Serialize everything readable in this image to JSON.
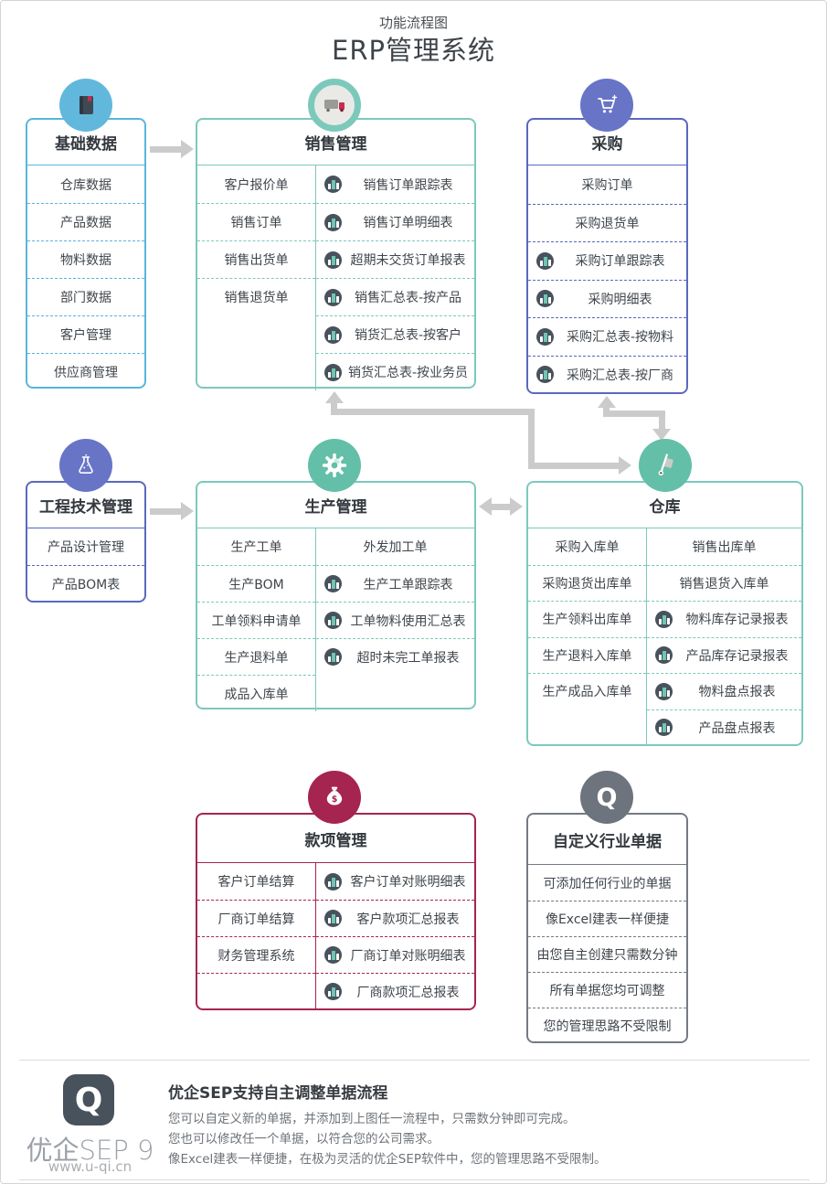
{
  "page": {
    "subtitle": "功能流程图",
    "title": "ERP管理系统"
  },
  "colors": {
    "blue": "#58b6dc",
    "teal": "#7cc9bc",
    "teal_solid": "#63bfa8",
    "purple": "#5a68be",
    "crimson": "#a62450",
    "gray": "#747a83",
    "arrow": "#cbcbcb",
    "chart_icon_circle": "#47525c",
    "chart_icon_bar": "#6fc6b2"
  },
  "modules": {
    "basic_data": {
      "title": "基础数据",
      "icon": "book-icon",
      "items": [
        {
          "label": "仓库数据"
        },
        {
          "label": "产品数据"
        },
        {
          "label": "物料数据"
        },
        {
          "label": "部门数据"
        },
        {
          "label": "客户管理"
        },
        {
          "label": "供应商管理"
        }
      ]
    },
    "sales": {
      "title": "销售管理",
      "icon": "truck-icon",
      "left": [
        {
          "label": "客户报价单"
        },
        {
          "label": "销售订单"
        },
        {
          "label": "销售出货单"
        },
        {
          "label": "销售退货单"
        }
      ],
      "right": [
        {
          "chart": true,
          "label": "销售订单跟踪表"
        },
        {
          "chart": true,
          "label": "销售订单明细表"
        },
        {
          "chart": true,
          "label": "超期未交货订单报表"
        },
        {
          "chart": true,
          "label": "销售汇总表-按产品"
        },
        {
          "chart": true,
          "label": "销货汇总表-按客户"
        },
        {
          "chart": true,
          "label": "销货汇总表-按业务员"
        }
      ]
    },
    "purchase": {
      "title": "采购",
      "icon": "cart-icon",
      "items": [
        {
          "label": "采购订单"
        },
        {
          "label": "采购退货单"
        },
        {
          "chart": true,
          "label": "采购订单跟踪表"
        },
        {
          "chart": true,
          "label": "采购明细表"
        },
        {
          "chart": true,
          "label": "采购汇总表-按物料"
        },
        {
          "chart": true,
          "label": "采购汇总表-按厂商"
        }
      ]
    },
    "engineering": {
      "title": "工程技术管理",
      "icon": "flask-icon",
      "items": [
        {
          "label": "产品设计管理"
        },
        {
          "label": "产品BOM表"
        }
      ]
    },
    "production": {
      "title": "生产管理",
      "icon": "gear-icon",
      "left": [
        {
          "label": "生产工单"
        },
        {
          "label": "生产BOM"
        },
        {
          "label": "工单领料申请单"
        },
        {
          "label": "生产退料单"
        },
        {
          "label": "成品入库单"
        }
      ],
      "right": [
        {
          "label": "外发加工单"
        },
        {
          "chart": true,
          "label": "生产工单跟踪表"
        },
        {
          "chart": true,
          "label": "工单物料使用汇总表"
        },
        {
          "chart": true,
          "label": "超时未完工单报表"
        }
      ]
    },
    "warehouse": {
      "title": "仓库",
      "icon": "handtruck-icon",
      "left": [
        {
          "label": "采购入库单"
        },
        {
          "label": "采购退货出库单"
        },
        {
          "label": "生产领料出库单"
        },
        {
          "label": "生产退料入库单"
        },
        {
          "label": "生产成品入库单"
        }
      ],
      "right": [
        {
          "label": "销售出库单"
        },
        {
          "label": "销售退货入库单"
        },
        {
          "chart": true,
          "label": "物料库存记录报表"
        },
        {
          "chart": true,
          "label": "产品库存记录报表"
        },
        {
          "chart": true,
          "label": "物料盘点报表"
        },
        {
          "chart": true,
          "label": "产品盘点报表"
        }
      ]
    },
    "payments": {
      "title": "款项管理",
      "icon": "moneybag-icon",
      "left": [
        {
          "label": "客户订单结算"
        },
        {
          "label": "厂商订单结算"
        },
        {
          "label": "财务管理系统"
        },
        {
          "label": ""
        }
      ],
      "right": [
        {
          "chart": true,
          "label": "客户订单对账明细表"
        },
        {
          "chart": true,
          "label": "客户款项汇总报表"
        },
        {
          "chart": true,
          "label": "厂商订单对账明细表"
        },
        {
          "chart": true,
          "label": "厂商款项汇总报表"
        }
      ]
    },
    "custom_docs": {
      "title": "自定义行业单据",
      "icon": "uqi-q-icon",
      "items": [
        {
          "label": "可添加任何行业的单据"
        },
        {
          "label": "像Excel建表一样便捷"
        },
        {
          "label": "由您自主创建只需数分钟"
        },
        {
          "label": "所有单据您均可调整"
        },
        {
          "label": "您的管理思路不受限制"
        }
      ]
    }
  },
  "footer": {
    "logo_letter": "Q",
    "brand": "优企SEP 9",
    "url": "www.u-qi.cn",
    "heading": "优企SEP支持自主调整单据流程",
    "lines": [
      "您可以自定义新的单据，并添加到上图任一流程中，只需数分钟即可完成。",
      "您也可以修改任一个单据，以符合您的公司需求。",
      "像Excel建表一样便捷，在极为灵活的优企SEP软件中，您的管理思路不受限制。"
    ]
  }
}
